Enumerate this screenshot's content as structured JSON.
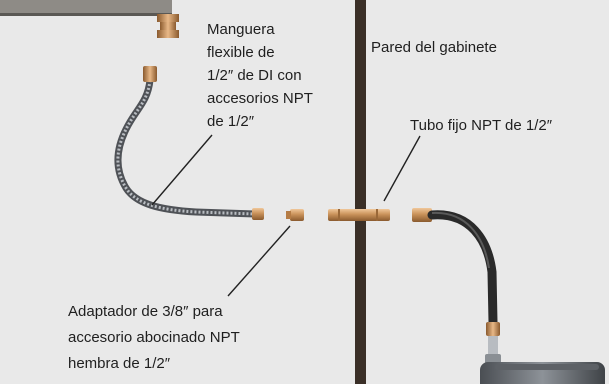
{
  "labels": {
    "hose": [
      "Manguera",
      "flexible de",
      "1/2″ de DI con",
      "accesorios NPT",
      "de 1/2″"
    ],
    "wall": "Pared del gabinete",
    "pipe": "Tubo fijo NPT de 1/2″",
    "adapter": [
      "Adaptador de 3/8″ para",
      "accesorio abocinado NPT",
      "hembra de 1/2″"
    ]
  },
  "colors": {
    "background": "#e9e9e9",
    "wall": "#3a2f27",
    "brass": "#c9925a",
    "hose_metal": "#6f7378",
    "hose_black": "#2a2a2a",
    "leader": "#222222"
  }
}
